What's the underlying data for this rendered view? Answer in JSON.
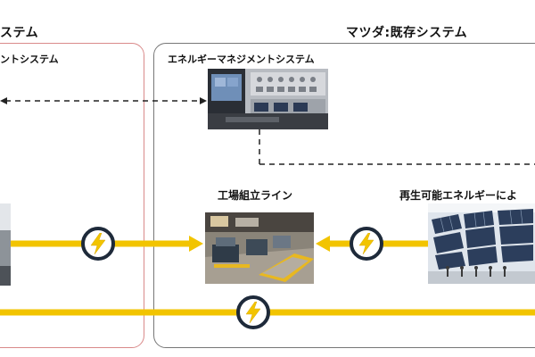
{
  "diagram": {
    "left_section": {
      "title": "ステム",
      "subtitle": "ントシステム"
    },
    "right_section": {
      "title": "マツダ:既存システム",
      "subtitle": "エネルギーマネジメントシステム"
    },
    "labels": {
      "factory_line": "工場組立ライン",
      "renewable": "再生可能エネルギーによ"
    },
    "icons": {
      "power": "lightning-bolt-icon",
      "arrow": "arrow-head-icon"
    },
    "colors": {
      "power_line": "#f2c400",
      "left_frame": "#d98a8a",
      "right_frame": "#777777",
      "bolt_ring": "#1e2a3a",
      "dashed_line": "#222222"
    }
  }
}
